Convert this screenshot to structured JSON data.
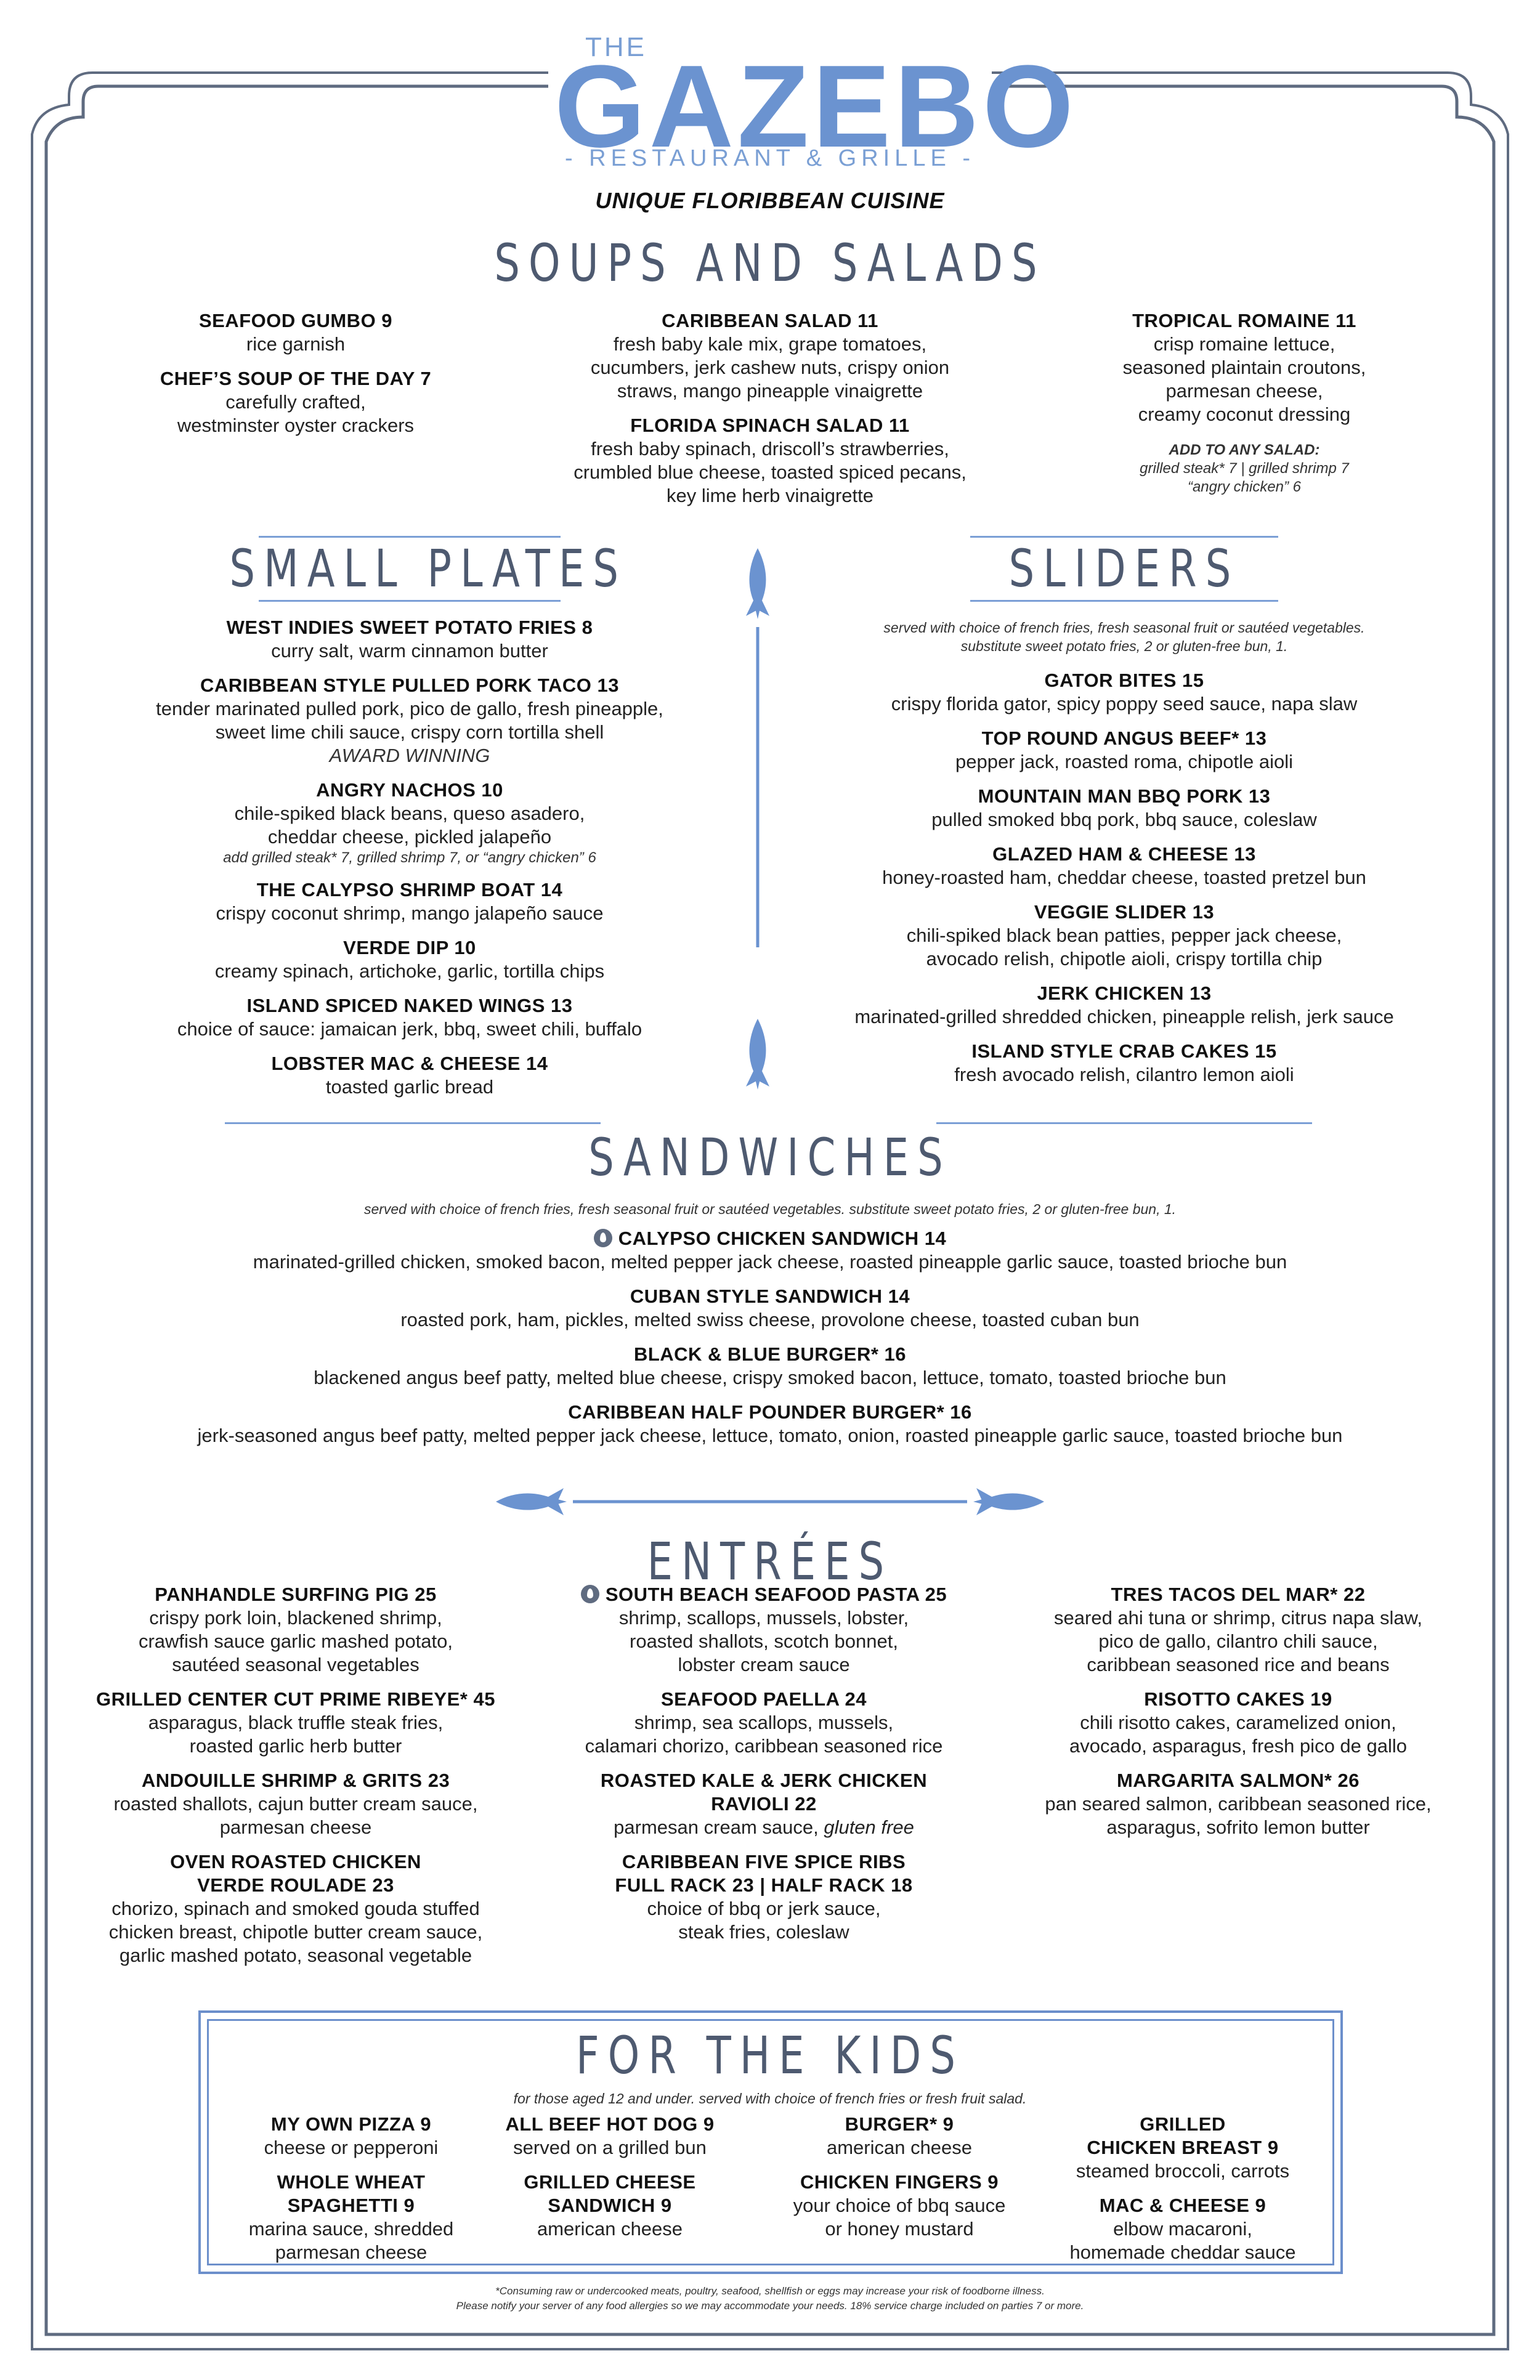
{
  "header": {
    "logo_the": "THE",
    "logo_name": "GAZEBO",
    "logo_sub": "- RESTAURANT & GRILLE -",
    "tagline": "UNIQUE FLORIBBEAN CUISINE"
  },
  "soups_salads": {
    "title": "SOUPS AND SALADS",
    "col1": [
      {
        "name": "SEAFOOD GUMBO  9",
        "desc": [
          "rice garnish"
        ]
      },
      {
        "name": "CHEF’S SOUP OF THE DAY  7",
        "desc": [
          "carefully crafted,",
          "westminster oyster crackers"
        ]
      }
    ],
    "col2": [
      {
        "name": "CARIBBEAN SALAD  11",
        "desc": [
          "fresh baby kale mix, grape tomatoes,",
          "cucumbers, jerk cashew nuts, crispy onion",
          "straws, mango pineapple vinaigrette"
        ]
      },
      {
        "name": "FLORIDA SPINACH SALAD  11",
        "desc": [
          "fresh baby spinach, driscoll’s strawberries,",
          "crumbled blue cheese, toasted spiced pecans,",
          "key lime herb vinaigrette"
        ]
      }
    ],
    "col3": [
      {
        "name": "TROPICAL ROMAINE  11",
        "desc": [
          "crisp romaine lettuce,",
          "seasoned plaintain croutons,",
          "parmesan cheese,",
          "creamy coconut dressing"
        ]
      }
    ],
    "addon_title": "ADD TO ANY SALAD:",
    "addon_line1": "grilled steak*  7  |  grilled shrimp  7",
    "addon_line2": "“angry chicken”  6"
  },
  "small_plates": {
    "title": "SMALL PLATES",
    "items": [
      {
        "name": "WEST INDIES SWEET POTATO FRIES  8",
        "desc": [
          "curry salt, warm cinnamon butter"
        ]
      },
      {
        "name": "CARIBBEAN STYLE PULLED PORK TACO  13",
        "desc": [
          "tender marinated pulled pork, pico de gallo, fresh pineapple,",
          "sweet lime chili sauce, crispy corn tortilla shell"
        ],
        "award": "AWARD WINNING"
      },
      {
        "name": "ANGRY NACHOS  10",
        "desc": [
          "chile-spiked black beans, queso asadero,",
          "cheddar cheese, pickled jalapeño"
        ],
        "addon": "add grilled steak*  7, grilled shrimp  7, or “angry chicken”  6"
      },
      {
        "name": "THE CALYPSO SHRIMP BOAT  14",
        "desc": [
          "crispy coconut shrimp, mango jalapeño sauce"
        ]
      },
      {
        "name": "VERDE DIP  10",
        "desc": [
          "creamy spinach, artichoke, garlic, tortilla chips"
        ]
      },
      {
        "name": "ISLAND SPICED NAKED WINGS  13",
        "desc": [
          "choice of sauce: jamaican jerk, bbq, sweet chili, buffalo"
        ]
      },
      {
        "name": "LOBSTER MAC & CHEESE  14",
        "desc": [
          "toasted garlic bread"
        ]
      }
    ]
  },
  "sliders": {
    "title": "SLIDERS",
    "note1": "served with choice of french fries, fresh seasonal fruit or sautéed vegetables.",
    "note2": "substitute sweet potato fries, 2 or gluten-free bun, 1.",
    "items": [
      {
        "name": "GATOR BITES  15",
        "desc": [
          "crispy florida gator, spicy poppy seed sauce, napa slaw"
        ]
      },
      {
        "name": "TOP ROUND ANGUS BEEF*  13",
        "desc": [
          "pepper jack, roasted roma, chipotle aioli"
        ]
      },
      {
        "name": "MOUNTAIN MAN BBQ PORK  13",
        "desc": [
          "pulled smoked bbq pork, bbq sauce, coleslaw"
        ]
      },
      {
        "name": "GLAZED HAM & CHEESE  13",
        "desc": [
          "honey-roasted ham, cheddar cheese, toasted pretzel bun"
        ]
      },
      {
        "name": "VEGGIE SLIDER  13",
        "desc": [
          "chili-spiked black bean patties, pepper jack cheese,",
          "avocado relish, chipotle aioli, crispy tortilla chip"
        ]
      },
      {
        "name": "JERK CHICKEN 13",
        "desc": [
          "marinated-grilled shredded chicken, pineapple relish, jerk sauce"
        ]
      },
      {
        "name": "ISLAND STYLE CRAB CAKES  15",
        "desc": [
          "fresh avocado relish, cilantro lemon aioli"
        ]
      }
    ]
  },
  "sandwiches": {
    "title": "SANDWICHES",
    "note": "served with choice of french fries, fresh seasonal fruit or sautéed vegetables. substitute sweet potato fries, 2 or gluten-free bun, 1.",
    "items": [
      {
        "name": "CALYPSO CHICKEN SANDWICH  14",
        "desc": [
          "marinated-grilled chicken, smoked bacon, melted pepper jack cheese, roasted pineapple garlic sauce, toasted brioche bun"
        ],
        "spicy": true
      },
      {
        "name": "CUBAN STYLE SANDWICH  14",
        "desc": [
          "roasted pork, ham, pickles, melted swiss cheese, provolone cheese, toasted cuban bun"
        ]
      },
      {
        "name": "BLACK & BLUE BURGER*  16",
        "desc": [
          "blackened angus beef patty, melted blue cheese, crispy smoked bacon, lettuce, tomato, toasted brioche bun"
        ]
      },
      {
        "name": "CARIBBEAN HALF POUNDER BURGER*  16",
        "desc": [
          "jerk-seasoned angus beef patty, melted pepper jack cheese, lettuce, tomato, onion, roasted pineapple garlic sauce, toasted brioche bun"
        ]
      }
    ]
  },
  "entrees": {
    "title": "ENTRÉES",
    "col1": [
      {
        "name": "PANHANDLE SURFING PIG  25",
        "desc": [
          "crispy pork loin, blackened shrimp,",
          "crawfish sauce garlic mashed potato,",
          "sautéed seasonal vegetables"
        ]
      },
      {
        "name": "GRILLED CENTER CUT PRIME RIBEYE*  45",
        "desc": [
          "asparagus, black truffle steak fries,",
          "roasted garlic herb butter"
        ]
      },
      {
        "name": "ANDOUILLE SHRIMP & GRITS 23",
        "desc": [
          "roasted shallots, cajun butter cream sauce,",
          "parmesan cheese"
        ]
      },
      {
        "name": "OVEN ROASTED CHICKEN",
        "name2": "VERDE ROULADE  23",
        "desc": [
          "chorizo, spinach and smoked gouda stuffed",
          "chicken breast, chipotle butter cream sauce,",
          "garlic mashed potato, seasonal vegetable"
        ]
      }
    ],
    "col2": [
      {
        "name": "SOUTH BEACH SEAFOOD PASTA   25",
        "desc": [
          "shrimp, scallops, mussels, lobster,",
          "roasted shallots, scotch bonnet,",
          "lobster cream sauce"
        ],
        "spicy": true
      },
      {
        "name": "SEAFOOD PAELLA 24",
        "desc": [
          "shrimp, sea scallops, mussels,",
          "calamari chorizo, caribbean seasoned rice"
        ]
      },
      {
        "name": "ROASTED KALE & JERK CHICKEN",
        "name2": "RAVIOLI  22",
        "desc": [
          "parmesan cream sauce, "
        ],
        "desc_italic": "gluten free"
      },
      {
        "name": "CARIBBEAN FIVE SPICE RIBS",
        "name2": "FULL RACK  23  |  HALF RACK  18",
        "desc": [
          "choice of bbq or jerk sauce,",
          "steak fries, coleslaw"
        ]
      }
    ],
    "col3": [
      {
        "name": "TRES TACOS DEL MAR*  22",
        "desc": [
          "seared ahi tuna or shrimp, citrus napa slaw,",
          "pico de gallo, cilantro chili sauce,",
          "caribbean seasoned rice and beans"
        ]
      },
      {
        "name": "RISOTTO CAKES  19",
        "desc": [
          "chili risotto cakes, caramelized onion,",
          "avocado, asparagus, fresh pico de gallo"
        ]
      },
      {
        "name": "MARGARITA SALMON*  26",
        "desc": [
          "pan seared salmon, caribbean seasoned rice,",
          "asparagus, sofrito lemon butter"
        ]
      }
    ]
  },
  "kids": {
    "title": "FOR THE KIDS",
    "note": "for those aged 12 and under. served with choice of french fries or fresh fruit salad.",
    "col1": [
      {
        "name": "MY OWN PIZZA 9",
        "desc": [
          "cheese or pepperoni"
        ]
      },
      {
        "name": "WHOLE WHEAT",
        "name2": "SPAGHETTI  9",
        "desc": [
          "marina sauce, shredded",
          "parmesan cheese"
        ]
      }
    ],
    "col2": [
      {
        "name": "ALL BEEF HOT DOG  9",
        "desc": [
          "served on a grilled bun"
        ]
      },
      {
        "name": "GRILLED CHEESE",
        "name2": "SANDWICH  9",
        "desc": [
          "american cheese"
        ]
      }
    ],
    "col3": [
      {
        "name": "BURGER*  9",
        "desc": [
          "american cheese"
        ]
      },
      {
        "name": "CHICKEN FINGERS  9",
        "desc": [
          "your choice of bbq sauce",
          "or honey mustard"
        ]
      }
    ],
    "col4": [
      {
        "name": "GRILLED",
        "name2": "CHICKEN BREAST  9",
        "desc": [
          "steamed broccoli, carrots"
        ]
      },
      {
        "name": "MAC & CHEESE  9",
        "desc": [
          "elbow macaroni,",
          "homemade cheddar sauce"
        ]
      }
    ]
  },
  "footer": {
    "line1": "*Consuming raw or undercooked meats, poultry, seafood, shellfish or eggs may increase your risk of foodborne illness.",
    "line2": "Please notify your server of any food allergies so we may accommodate your needs. 18% service charge included on parties 7 or more."
  },
  "colors": {
    "accent_blue": "#6b93d0",
    "title_gray": "#4e5a70",
    "frame_gray": "#5f6b80"
  }
}
